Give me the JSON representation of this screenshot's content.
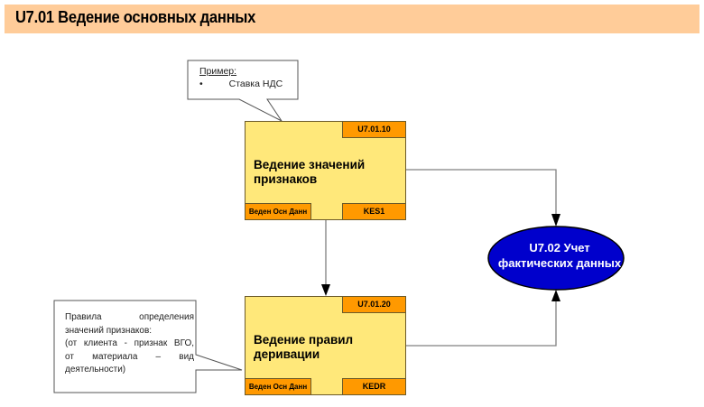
{
  "header": {
    "title": "U7.01 Ведение основных данных"
  },
  "callouts": [
    {
      "title": "Пример:",
      "bullet": "•",
      "item": "Ставка НДС"
    },
    {
      "lines": [
        "Правила определения",
        "значений признаков:",
        "(от клиента - признак ВГО,",
        "от материала – вид",
        "деятельности)"
      ]
    }
  ],
  "processes": [
    {
      "code": "U7.01.10",
      "title_line1": "Ведение значений",
      "title_line2": "признаков",
      "area": "Веден Осн Данн",
      "tcode": "KES1"
    },
    {
      "code": "U7.01.20",
      "title_line1": "Ведение правил",
      "title_line2": "деривации",
      "area": "Веден Осн Данн",
      "tcode": "KEDR"
    }
  ],
  "target": {
    "line1": "U7.02 Учет",
    "line2": "фактических данных",
    "color": "#0000cc"
  },
  "colors": {
    "header": "#ffcc99",
    "box": "#ffe87a",
    "accent": "#ff9900"
  }
}
